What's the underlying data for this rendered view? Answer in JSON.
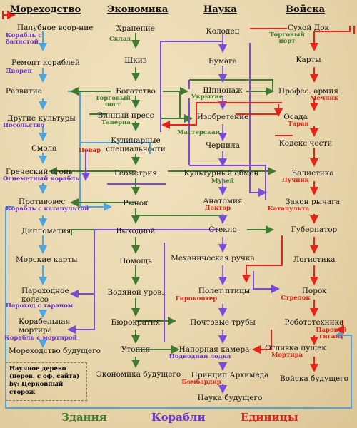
{
  "headers": {
    "col1": "Мореходство",
    "col2": "Экономика",
    "col3": "Наука",
    "col4": "Войска"
  },
  "col1": {
    "n1": "Палубное воор-ние",
    "n1_ship": "Корабль с\nбалистой",
    "n2": "Ремонт кораблей",
    "n3": "Развитие",
    "n4": "Другие культуры",
    "n4_ship": "Посольство",
    "n5": "Смола",
    "n6": "Греческий огонь",
    "n6_ship": "Огнеметный корабль",
    "n7": "Противовес",
    "n7_ship": "Корабль с катапультой",
    "n8": "Дипломатия",
    "n9": "Морские карты",
    "n10": "Пароходное\nколесо",
    "n10_ship": "Пароход с тараном",
    "n11": "Корабельная\nмортира",
    "n11_ship": "Корабль с мортирой",
    "n12": "Мореходство будущего"
  },
  "col2": {
    "n1": "Хранение",
    "n1_b": "Склад",
    "n2": "Шкив",
    "n3": "Богатство",
    "n3_b": "Торговый\nпост",
    "n4": "Винный пресс",
    "n4_b": "Таверна",
    "n5": "Кулинарные\nспециальности",
    "n5_u": "Повар",
    "n6": "Геометрия",
    "n7": "Рынок",
    "n7_s": "Дворец",
    "n8": "Выходной",
    "n9": "Помощь",
    "n10": "Водяной уров.",
    "n11": "Бюрократия",
    "n12": "Утопия",
    "n13": "Экономика будущего"
  },
  "col3": {
    "n1": "Колодец",
    "n2": "Бумага",
    "n3": "Шпионаж",
    "n3_b": "Укрытие",
    "n4": "Изобретение",
    "n4_b": "Мастерская",
    "n5": "Чернила",
    "n6": "Культурный обмен",
    "n6_b": "Музей",
    "n7": "Анатомия",
    "n7_u": "Доктор",
    "n8": "Стекло",
    "n9": "Механическая ручка",
    "n10": "Полет птицы",
    "n10_u": "Гирокоптер",
    "n11": "Почтовые трубы",
    "n12": "Напорная камера",
    "n12_s": "Подводная лодка",
    "n13": "Принцип Архимеда",
    "n13_u": "Бомбардир",
    "n14": "Наука будущего"
  },
  "col4": {
    "n1": "Сухой Док",
    "n1_b": "Торговый\nпорт",
    "n2": "Карты",
    "n3": "Профес. армия",
    "n3_u": "Мечник",
    "n4": "Осада",
    "n4_u": "Таран",
    "n5": "Кодекс чести",
    "n6": "Балистика",
    "n6_u": "Лучник",
    "n7": "Закон рычага",
    "n7_u": "Катапульта",
    "n8": "Губернатор",
    "n9": "Логистика",
    "n10": "Порох",
    "n10_u": "Стрелок",
    "n11": "Робототехника",
    "n11_u": "Паровой\nгигант",
    "n12": "Отливка пушек",
    "n12_u": "Мортира",
    "n13": "Войска будущего"
  },
  "note": "Научное дерево\n(перев. с оф. сайта)\nby: Церковный\nсторож",
  "legend": {
    "buildings": "Здания",
    "ships": "Корабли",
    "units": "Единицы"
  },
  "colors": {
    "buildings": "#3f7a2e",
    "ships": "#6a2fd0",
    "units": "#dd1f15",
    "sea": "#4ea4dc",
    "science": "#8e6cd8",
    "line": "#7a6a55"
  }
}
